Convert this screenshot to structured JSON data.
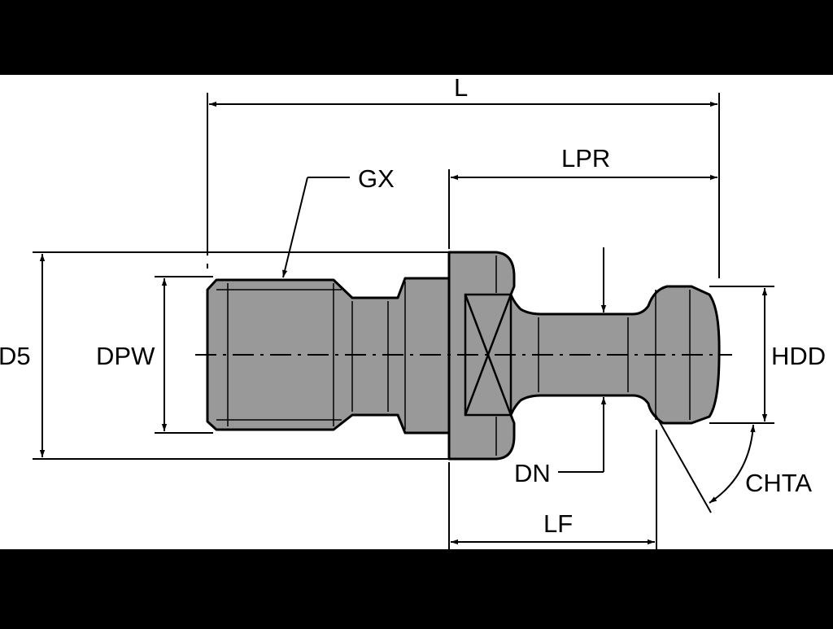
{
  "colors": {
    "letterbox": "#000000",
    "paper": "#ffffff",
    "part_fill": "#999999",
    "line": "#000000"
  },
  "labels": {
    "L": "L",
    "LPR": "LPR",
    "GX": "GX",
    "D5": "D5",
    "DPW": "DPW",
    "HDD": "HDD",
    "DN": "DN",
    "CHTA": "CHTA",
    "LF": "LF"
  }
}
